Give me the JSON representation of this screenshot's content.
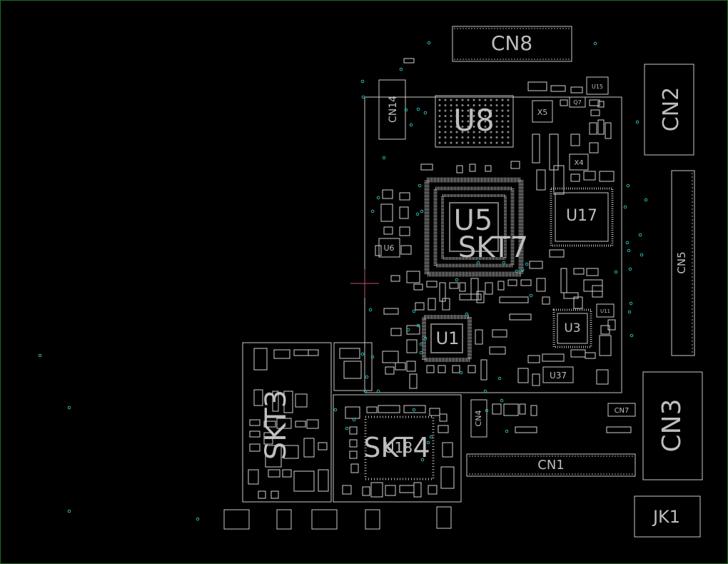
{
  "board": {
    "frame_color": "#1e6b1e",
    "silk_color": "#bdbdbd",
    "via_color": "#2bb3b3",
    "crosshair_color": "#c0506e"
  },
  "components": {
    "cn8": "CN8",
    "cn2": "CN2",
    "cn14": "CN14",
    "u8": "U8",
    "x5": "X5",
    "x4": "X4",
    "u15": "U15",
    "u5": "U5",
    "skt7": "SKT7",
    "u17": "U17",
    "cn5": "CN5",
    "u6": "U6",
    "u1": "U1",
    "u3": "U3",
    "u37": "U37",
    "skt3": "SKT3",
    "skt4": "SKT4",
    "u18": "U18",
    "cn4": "CN4",
    "cn7": "CN7",
    "cn3": "CN3",
    "cn1": "CN1",
    "jk1": "JK1",
    "q7": "Q7",
    "u11": "U11"
  }
}
